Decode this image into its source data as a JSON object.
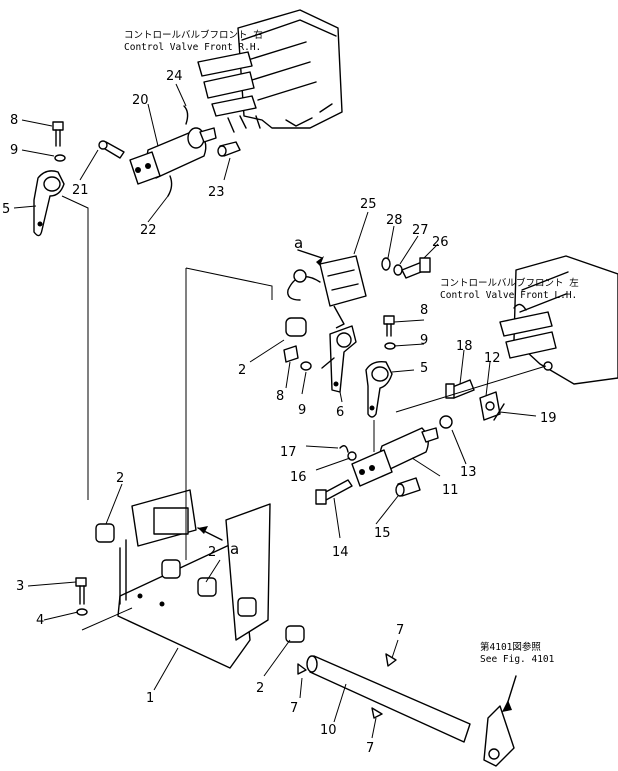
{
  "captions": {
    "rh_jp": "コントロールバルブフロント 右",
    "rh_en": "Control Valve Front R.H.",
    "lh_jp": "コントロールバルブフロント 左",
    "lh_en": "Control Valve Front L.H.",
    "fig_jp": "第4101図参照",
    "fig_en": "See Fig. 4101",
    "view_a_top": "a",
    "view_a_bottom": "a"
  },
  "callouts": {
    "c1": "1",
    "c2a": "2",
    "c2b": "2",
    "c2c": "2",
    "c2d": "2",
    "c3": "3",
    "c4": "4",
    "c5a": "5",
    "c5b": "5",
    "c6": "6",
    "c7a": "7",
    "c7b": "7",
    "c7c": "7",
    "c8a": "8",
    "c8b": "8",
    "c8c": "8",
    "c9a": "9",
    "c9b": "9",
    "c9c": "9",
    "c10": "10",
    "c11": "11",
    "c12": "12",
    "c13": "13",
    "c14": "14",
    "c15": "15",
    "c16": "16",
    "c17": "17",
    "c18": "18",
    "c19": "19",
    "c20": "20",
    "c21": "21",
    "c22": "22",
    "c23": "23",
    "c24": "24",
    "c25": "25",
    "c26": "26",
    "c27": "27",
    "c28": "28"
  }
}
